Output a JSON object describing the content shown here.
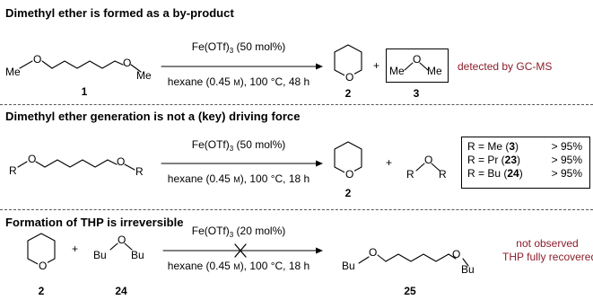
{
  "sections": [
    {
      "title": "Dimethyl ether is formed as a by-product",
      "reagent_main": "Fe(OTf)",
      "reagent_sub": "3",
      "reagent_tail": " (50 mol%)",
      "conditions_a": "hexane (0.45 ",
      "conditions_unit": "M",
      "conditions_b": "), 100 °C, 48 h",
      "plus": "+",
      "note": "detected by GC-MS",
      "labels": {
        "substrate": "1",
        "product": "2",
        "byproduct": "3"
      },
      "atoms": {
        "o": "O",
        "me_left": "Me",
        "me_right": "Me"
      }
    },
    {
      "title": "Dimethyl ether generation is not a (key) driving force",
      "reagent_main": "Fe(OTf)",
      "reagent_sub": "3",
      "reagent_tail": " (50 mol%)",
      "conditions_a": "hexane (0.45 ",
      "conditions_unit": "M",
      "conditions_b": "), 100 °C, 18 h",
      "plus": "+",
      "labels": {
        "product": "2"
      },
      "atoms": {
        "o": "O",
        "r_left": "R",
        "r_right": "R"
      },
      "results": [
        {
          "r": "R = Me (",
          "num": "3",
          "close": ")",
          "yield": "> 95%"
        },
        {
          "r": "R = Pr  (",
          "num": "23",
          "close": ")",
          "yield": "> 95%"
        },
        {
          "r": "R = Bu (",
          "num": "24",
          "close": ")",
          "yield": "> 95%"
        }
      ]
    },
    {
      "title": "Formation of THP is irreversible",
      "reagent_main": "Fe(OTf)",
      "reagent_sub": "3",
      "reagent_tail": " (20 mol%)",
      "conditions_a": "hexane (0.45 ",
      "conditions_unit": "M",
      "conditions_b": "), 100 °C, 18 h",
      "plus": "+",
      "note_line1": "not observed",
      "note_line2": "THP fully recovered",
      "labels": {
        "thp": "2",
        "ether": "24",
        "product": "25"
      },
      "atoms": {
        "o": "O",
        "bu": "Bu"
      }
    }
  ],
  "colors": {
    "note": "#8b1e2b",
    "text": "#000000",
    "separator": "#555555"
  }
}
